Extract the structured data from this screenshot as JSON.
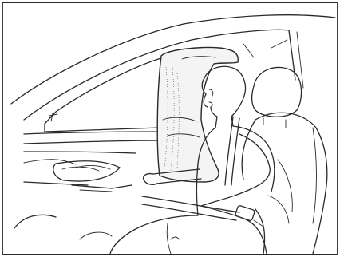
{
  "figure": {
    "parts": [
      "border",
      "window-frame",
      "side-window",
      "door-panel",
      "door-handle",
      "seat",
      "headrest",
      "occupant",
      "seat-belt",
      "seat-belt-buckle",
      "side-curtain-airbag"
    ],
    "colors": {
      "line": "#2a2a2a",
      "background": "#ffffff",
      "airbag_fill": "#f4f4f4"
    }
  }
}
